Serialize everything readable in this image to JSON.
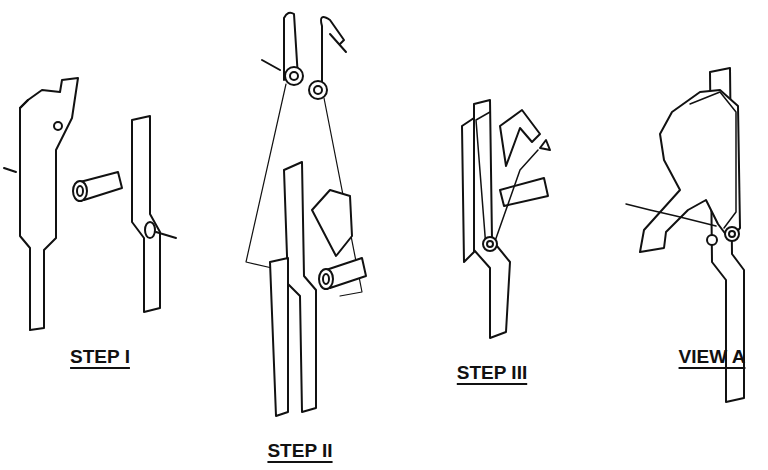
{
  "diagram": {
    "labels": [
      "STEP I",
      "STEP II",
      "STEP III",
      "VIEW A"
    ]
  }
}
